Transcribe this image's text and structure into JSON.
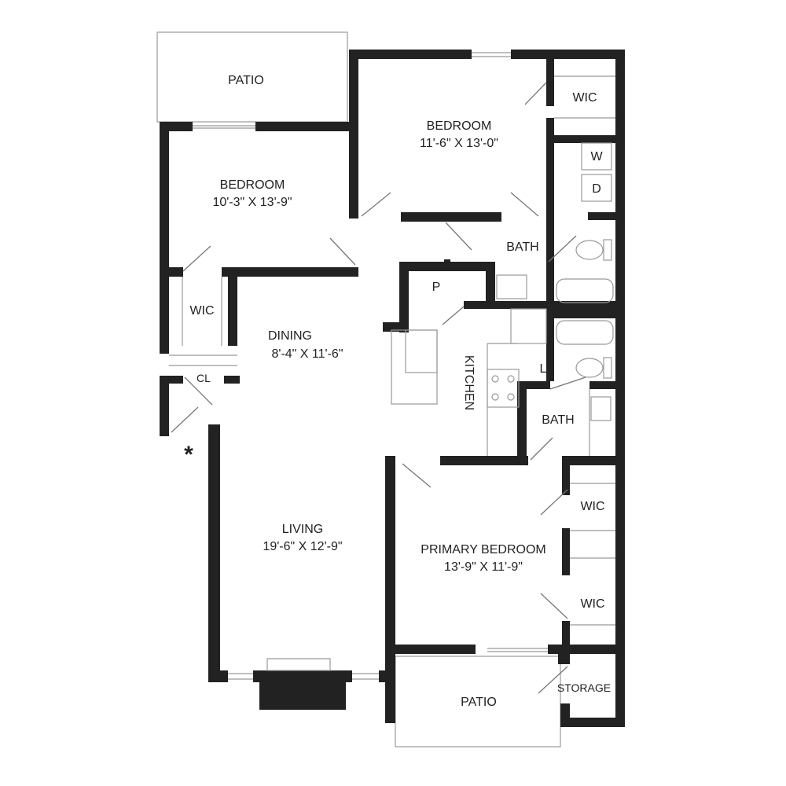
{
  "rooms": {
    "patio_top": "PATIO",
    "bedroom2_name": "BEDROOM",
    "bedroom2_size": "11'-6\" X 13'-0\"",
    "wic_top": "WIC",
    "washer": "W",
    "dryer": "D",
    "bedroom1_name": "BEDROOM",
    "bedroom1_size": "10'-3\" X 13'-9\"",
    "bath_top": "BATH",
    "pantry": "P",
    "wic_left": "WIC",
    "dining_name": "DINING",
    "dining_size": "8'-4\" X 11'-6\"",
    "kitchen": "KITCHEN",
    "linen": "L",
    "closet": "CL",
    "bath_bottom": "BATH",
    "entry_marker": "*",
    "wic_primary1": "WIC",
    "living_name": "LIVING",
    "living_size": "19'-6\" X 12'-9\"",
    "primary_name": "PRIMARY BEDROOM",
    "primary_size": "13'-9\" X 11'-9\"",
    "wic_primary2": "WIC",
    "patio_bottom": "PATIO",
    "storage": "STORAGE"
  },
  "colors": {
    "wall": "#222222",
    "line": "#999999"
  }
}
